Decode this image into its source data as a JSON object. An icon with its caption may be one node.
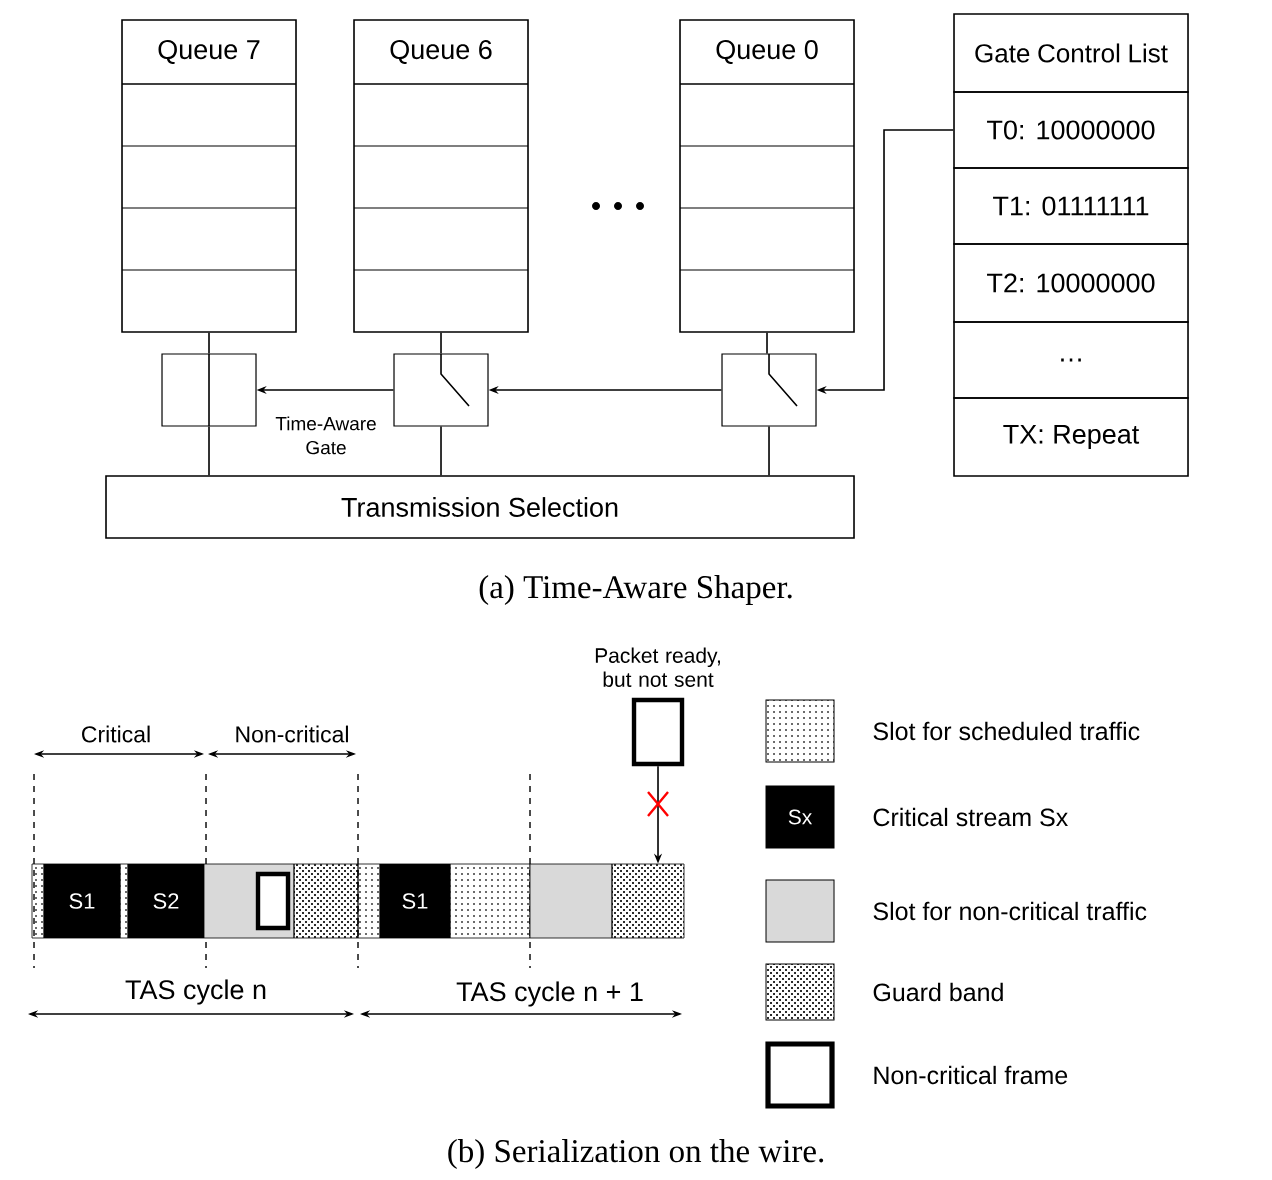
{
  "diagram": {
    "nodes": [
      {
        "text": [
          "Queue 7"
        ]
      },
      {
        "text": [
          "Queue 6"
        ]
      },
      {
        "text": [
          "Queue 0"
        ]
      },
      {
        "text": [
          "Gate Control List"
        ]
      },
      {
        "text": [
          "T0: 10000000"
        ]
      },
      {
        "text": [
          "T1: 01111111"
        ]
      },
      {
        "text": [
          "T2: 10000000"
        ]
      },
      {
        "text": [
          "…"
        ]
      },
      {
        "text": [
          "TX: Repeat"
        ]
      },
      {
        "text": [],
        "shape": "box"
      },
      {
        "text": [],
        "shape": "box"
      },
      {
        "text": [],
        "shape": "box"
      },
      {
        "text": [
          "Transmission Selection"
        ]
      },
      {
        "text": [],
        "shape": "box",
        "beside": [
          "Packet ready, but not sent"
        ]
      },
      {
        "text": [],
        "shape": "box"
      },
      {
        "text": [
          "S1"
        ]
      },
      {
        "text": [],
        "shape": "box"
      },
      {
        "text": [
          "S2"
        ]
      },
      {
        "text": [],
        "shape": "box"
      },
      {
        "text": [],
        "shape": "box",
        "in": 18
      },
      {
        "text": [],
        "shape": "box"
      },
      {
        "text": [],
        "shape": "box"
      },
      {
        "text": [
          "S1"
        ]
      },
      {
        "text": [],
        "shape": "box"
      },
      {
        "text": [],
        "shape": "box"
      },
      {
        "text": [],
        "shape": "box"
      }
    ],
    "edges": [
      {
        "from": 0,
        "to": 9,
        "arrow": "none"
      },
      {
        "from": 9,
        "to": 12,
        "arrow": "none"
      },
      {
        "from": 1,
        "to": 10,
        "arrow": "none"
      },
      {
        "from": 10,
        "to": 12,
        "arrow": "none"
      },
      {
        "from": 2,
        "to": 11,
        "arrow": "none"
      },
      {
        "from": 11,
        "to": 12,
        "arrow": "none"
      },
      {
        "from": 4,
        "to": 11,
        "arrow": "to"
      },
      {
        "from": 11,
        "to": 10,
        "arrow": "to"
      },
      {
        "from": 10,
        "to": 9,
        "arrow": "to",
        "label": "Time-Aware Gate"
      },
      {
        "from": 13,
        "to": 25,
        "arrow": "to"
      }
    ],
    "labels": [
      "(a) Time-Aware Shaper.",
      "Critical",
      "Non-critical",
      "TAS cycle n",
      "TAS cycle n + 1",
      "Sx",
      "(b) Serialization on the wire."
    ],
    "legend": [
      {
        "text": "Slot for scheduled traffic"
      },
      {
        "text": "Critical stream Sx",
        "color": "#000000"
      },
      {
        "text": "Slot for non-critical traffic",
        "color": "#d9d9d9"
      },
      {
        "text": "Guard band"
      },
      {
        "text": "Non-critical frame"
      }
    ]
  }
}
